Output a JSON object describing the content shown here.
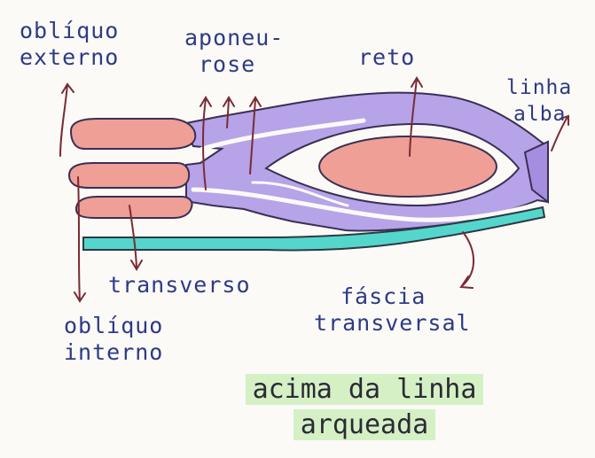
{
  "labels": {
    "obliquo_externo": [
      "oblíquo",
      "externo"
    ],
    "aponeurose": [
      "aponeu-",
      "rose"
    ],
    "reto": "reto",
    "linha_alba": [
      "linha",
      "alba"
    ],
    "transverso": "transverso",
    "fascia_transversal": [
      "fáscia",
      "transversal"
    ],
    "obliquo_interno": [
      "oblíquo",
      "interno"
    ]
  },
  "caption": [
    "acima da linha",
    "arqueada"
  ],
  "colors": {
    "muscle": "#ef9f95",
    "aponeurosis": "#b6a3e8",
    "fascia": "#55d6cc",
    "ink": "#2e3a86",
    "arrow": "#7a2b35",
    "caption_highlight": "#d6f0c6"
  }
}
